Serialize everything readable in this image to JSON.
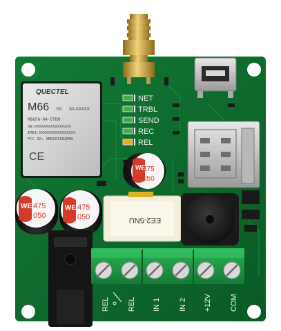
{
  "module": {
    "brand": "QUECTEL",
    "model": "M66",
    "model_suffix": "FA",
    "model_code": "SX-XXXXX",
    "part_number": "M66FA-04-STDN",
    "sn": "SN:XXXXXXXXXXXXXXXX",
    "imei": "IMEI:XXXXXXXXXXXXXXXX",
    "fcc": "FCC ID: XMR201902M66",
    "ce": "CE"
  },
  "leds": [
    {
      "label": "NET",
      "color": "#3fae49"
    },
    {
      "label": "TRBL",
      "color": "#3fae49"
    },
    {
      "label": "SEND",
      "color": "#3fae49"
    },
    {
      "label": "REC",
      "color": "#3fae49"
    },
    {
      "label": "REL",
      "color": "#e0b020"
    }
  ],
  "capacitors": {
    "logo": "WE",
    "line1": "475",
    "line2": "050"
  },
  "relay": {
    "label": "EE2-5NU"
  },
  "terminals": [
    "REL",
    "REL",
    "IN 1",
    "IN 2",
    "+12V",
    "COM"
  ],
  "colors": {
    "pcb": "#0f6b2e",
    "terminal": "#1f9a46",
    "accent": "#d63a2a",
    "gold": "#c9a13a"
  }
}
